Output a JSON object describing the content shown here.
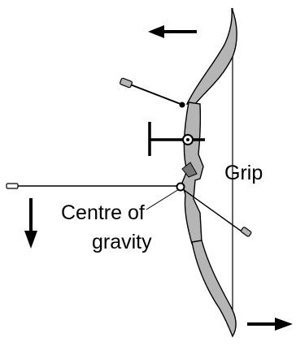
{
  "labels": {
    "grip": "Grip",
    "centre_line1": "Centre of",
    "centre_line2": "gravity"
  },
  "colors": {
    "limb": "#b5b5b5",
    "outline": "#000000",
    "string": "#000000",
    "background": "#ffffff"
  },
  "icons": [
    "arrow-left-icon",
    "arrow-down-icon",
    "arrow-right-icon"
  ]
}
